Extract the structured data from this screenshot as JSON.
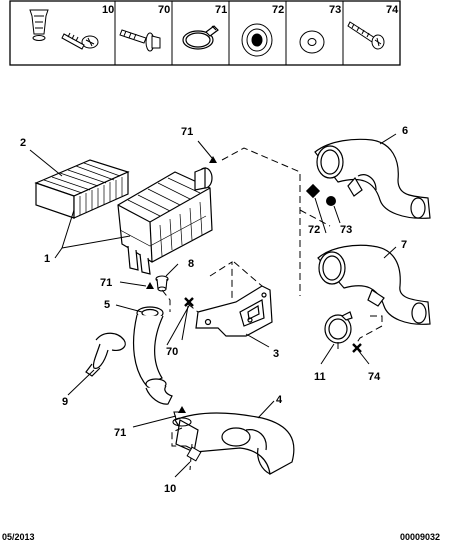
{
  "header_parts": [
    "10",
    "70",
    "71",
    "72",
    "73",
    "74"
  ],
  "callouts": {
    "c1": "1",
    "c2": "2",
    "c3": "3",
    "c4": "4",
    "c5": "5",
    "c6": "6",
    "c7": "7",
    "c8": "8",
    "c9": "9",
    "c10": "10",
    "c11": "11",
    "c70": "70",
    "c71a": "71",
    "c71b": "71",
    "c71c": "71",
    "c72": "72",
    "c73": "73",
    "c74": "74"
  },
  "footer": {
    "date": "05/2013",
    "reference": "00009032"
  },
  "colors": {
    "line": "#000000",
    "background": "#ffffff",
    "shade": "#d9d9d9"
  }
}
